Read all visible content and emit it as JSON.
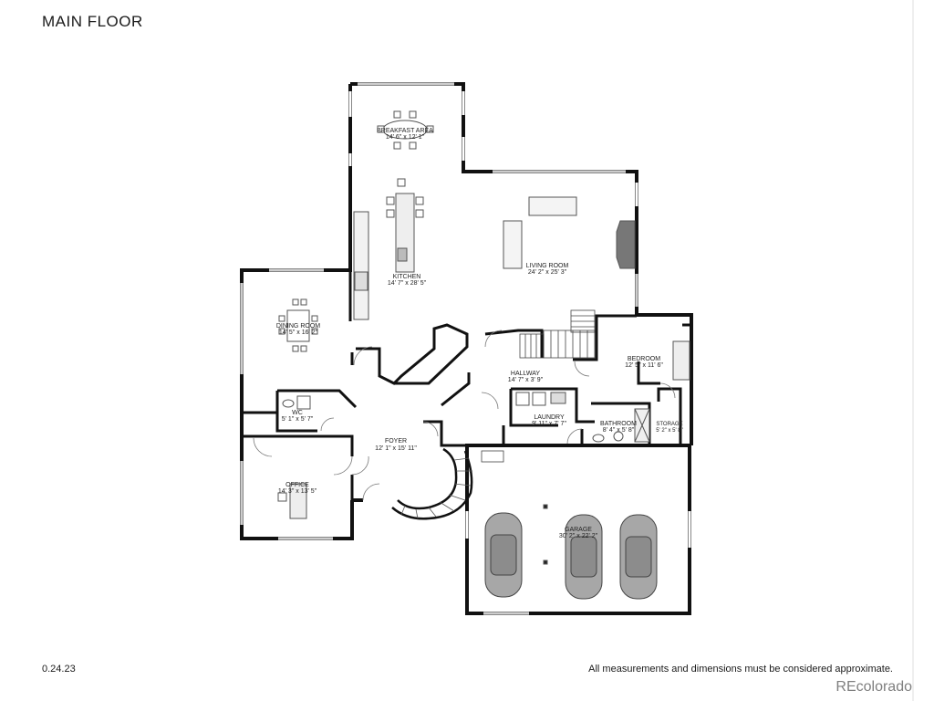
{
  "header": {
    "title": "MAIN FLOOR"
  },
  "footer": {
    "date": "0.24.23",
    "disclaimer": "All measurements and dimensions must be considered approximate.",
    "brand": "REcolorado"
  },
  "rooms": [
    {
      "name": "BREAKFAST AREA",
      "dims": "14' 6\" x 12' 1\""
    },
    {
      "name": "KITCHEN",
      "dims": "14' 7\" x 28' 5\""
    },
    {
      "name": "LIVING ROOM",
      "dims": "24' 2\" x 25' 3\""
    },
    {
      "name": "DINING ROOM",
      "dims": "14' 5\" x 16' 2\""
    },
    {
      "name": "BEDROOM",
      "dims": "12' 5\" x 11' 6\""
    },
    {
      "name": "HALLWAY",
      "dims": "14' 7\" x 3' 9\""
    },
    {
      "name": "WC",
      "dims": "5' 1\" x 5' 7\""
    },
    {
      "name": "LAUNDRY",
      "dims": "9' 11\" x 7' 7\""
    },
    {
      "name": "BATHROOM",
      "dims": "8' 4\" x 5' 8\""
    },
    {
      "name": "STORAGE",
      "dims": "5' 2\" x 5' 8\""
    },
    {
      "name": "FOYER",
      "dims": "12' 1\" x 15' 11\""
    },
    {
      "name": "OFFICE",
      "dims": "14' 3\" x 13' 5\""
    },
    {
      "name": "GARAGE",
      "dims": "30' 2\" x 22' 2\""
    }
  ]
}
